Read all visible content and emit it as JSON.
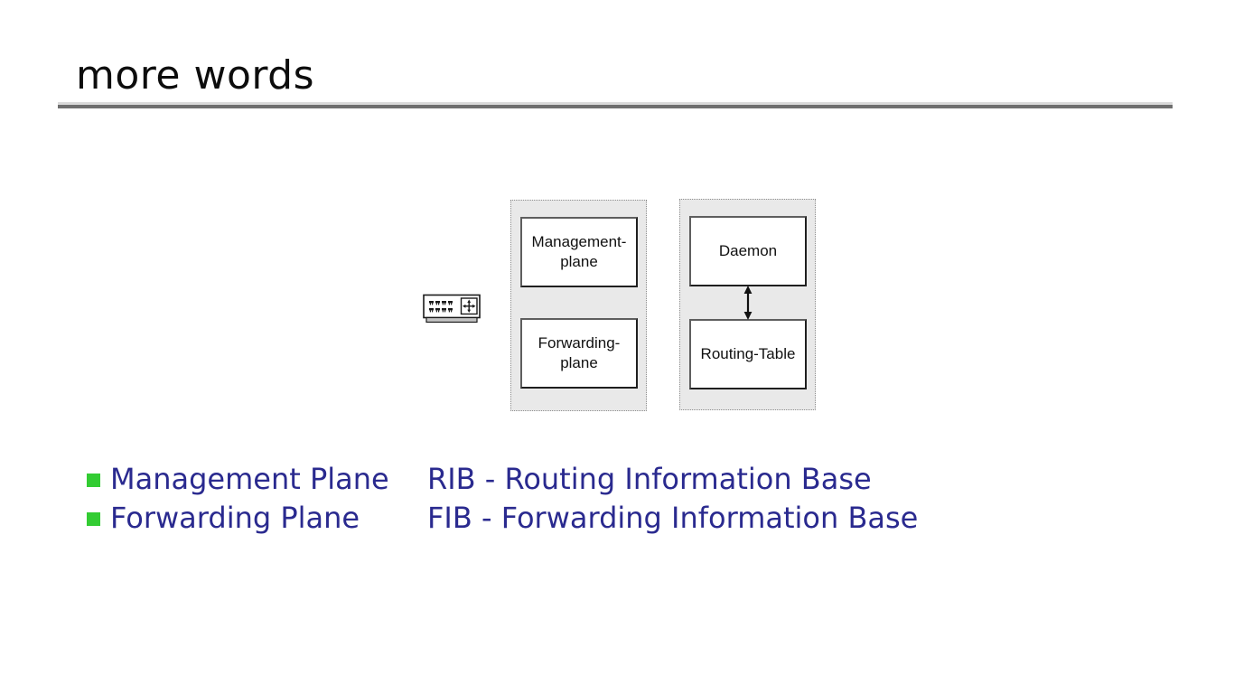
{
  "slide": {
    "title": "more words",
    "colors": {
      "text_navy": "#2a2a8f",
      "bullet_green": "#33cc33",
      "rule_dark": "#6f6f6f",
      "rule_light": "#dadada",
      "panel_gray": "#e9e9e9"
    },
    "icons": {
      "router": "router-device-icon",
      "connector": "vertical-double-arrow-icon",
      "bullet": "green-square-bullet"
    },
    "diagram": {
      "left_panel": {
        "boxes": [
          {
            "line1": "Management-",
            "line2": "plane"
          },
          {
            "line1": "Forwarding-",
            "line2": "plane"
          }
        ]
      },
      "right_panel": {
        "boxes": [
          {
            "line1": "Daemon",
            "line2": ""
          },
          {
            "line1": "Routing-Table",
            "line2": ""
          }
        ]
      }
    },
    "bullets": [
      {
        "label": "Management Plane",
        "definition": "RIB - Routing Information Base"
      },
      {
        "label": "Forwarding Plane",
        "definition": "FIB - Forwarding Information Base"
      }
    ]
  }
}
